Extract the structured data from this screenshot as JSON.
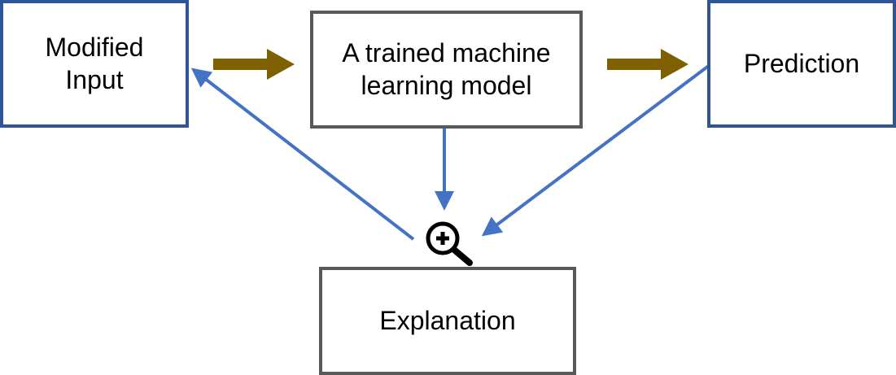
{
  "diagram": {
    "nodes": {
      "modified_input": {
        "label": "Modified\nInput"
      },
      "model": {
        "label": "A trained machine\nlearning model"
      },
      "prediction": {
        "label": "Prediction"
      },
      "explanation": {
        "label": "Explanation"
      }
    },
    "edges": [
      {
        "from": "modified_input",
        "to": "model",
        "style": "bold-arrow"
      },
      {
        "from": "model",
        "to": "prediction",
        "style": "bold-arrow"
      },
      {
        "from": "model",
        "to": "explanation",
        "style": "thin-arrow"
      },
      {
        "from": "prediction",
        "to": "explanation",
        "style": "thin-arrow"
      },
      {
        "from": "explanation",
        "to": "modified_input",
        "style": "thin-arrow"
      }
    ],
    "icons": {
      "explain": "zoom-in-icon"
    },
    "colors": {
      "blue_box_border": "#2F5597",
      "gray_box_border": "#595959",
      "flow_arrow": "#7F6000",
      "feedback_arrow": "#4472C4",
      "icon": "#000000"
    }
  }
}
